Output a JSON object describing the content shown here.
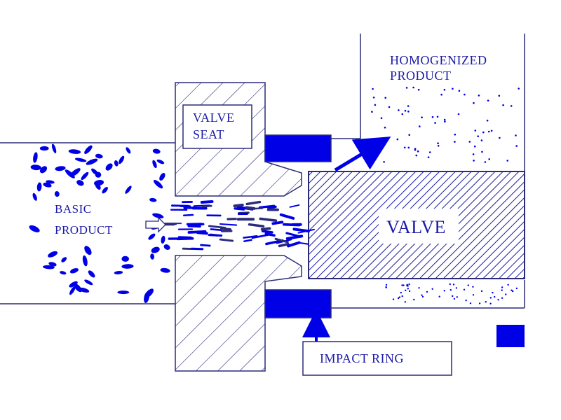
{
  "diagram": {
    "labels": {
      "valve_seat_line1": "VALVE",
      "valve_seat_line2": "SEAT",
      "homogenized_line1": "HOMOGENIZED",
      "homogenized_line2": "PRODUCT",
      "basic_line1": "BASIC",
      "basic_line2": "PRODUCT",
      "valve": "VALVE",
      "impact_ring": "IMPACT RING"
    },
    "colors": {
      "ink": "#1a1aa6",
      "fill_blue": "#0000e6",
      "outline": "#2b2b7a",
      "background": "#ffffff"
    },
    "icons": {
      "flow_out": "arrow-up-right-icon",
      "impact_pointer": "arrow-up-icon",
      "inflow": "outline-arrow-right-icon"
    }
  }
}
